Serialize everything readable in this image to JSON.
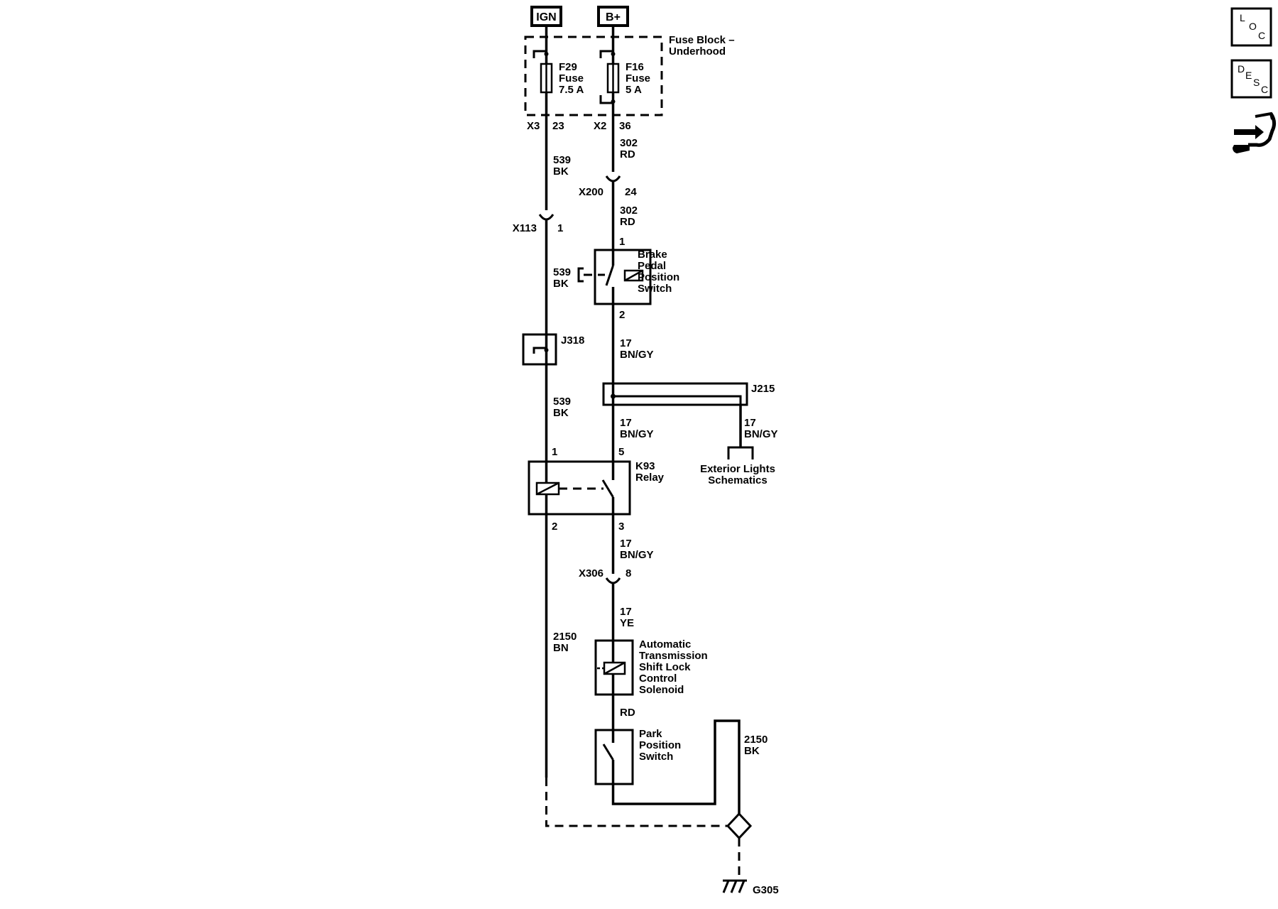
{
  "supplies": {
    "ign": "IGN",
    "bplus": "B+"
  },
  "fuse_block": {
    "title_line1": "Fuse Block –",
    "title_line2": "Underhood",
    "f29": {
      "line1": "F29",
      "line2": "Fuse",
      "line3": "7.5 A"
    },
    "f16": {
      "line1": "F16",
      "line2": "Fuse",
      "line3": "5 A"
    },
    "x3": "X3",
    "x3_pin": "23",
    "x2": "X2",
    "x2_pin": "36"
  },
  "wires": {
    "w539_a": {
      "circuit": "539",
      "color": "BK"
    },
    "w539_b": {
      "circuit": "539",
      "color": "BK"
    },
    "w539_c": {
      "circuit": "539",
      "color": "BK"
    },
    "w302_a": {
      "circuit": "302",
      "color": "RD"
    },
    "w302_b": {
      "circuit": "302",
      "color": "RD"
    },
    "w17_a": {
      "circuit": "17",
      "color": "BN/GY"
    },
    "w17_b": {
      "circuit": "17",
      "color": "BN/GY"
    },
    "w17_c": {
      "circuit": "17",
      "color": "BN/GY"
    },
    "w17_d": {
      "circuit": "17",
      "color": "BN/GY"
    },
    "w17_ye": {
      "circuit": "17",
      "color": "YE"
    },
    "w2150_bn": {
      "circuit": "2150",
      "color": "BN"
    },
    "w2150_bk": {
      "circuit": "2150",
      "color": "BK"
    },
    "rd": "RD"
  },
  "connectors": {
    "x200": "X200",
    "x200_pin": "24",
    "x113": "X113",
    "x113_pin": "1",
    "x306": "X306",
    "x306_pin": "8"
  },
  "splices": {
    "j318": "J318",
    "j215": "J215"
  },
  "brake_switch": {
    "line1": "Brake",
    "line2": "Pedal",
    "line3": "Position",
    "line4": "Switch",
    "pin_top": "1",
    "pin_bottom": "2"
  },
  "relay": {
    "line1": "K93",
    "line2": "Relay",
    "pin1": "1",
    "pin5": "5",
    "pin2": "2",
    "pin3": "3"
  },
  "exterior": {
    "line1": "Exterior Lights",
    "line2": "Schematics"
  },
  "solenoid": {
    "line1": "Automatic",
    "line2": "Transmission",
    "line3": "Shift Lock",
    "line4": "Control",
    "line5": "Solenoid"
  },
  "park_switch": {
    "line1": "Park",
    "line2": "Position",
    "line3": "Switch"
  },
  "ground": "G305",
  "side_icons": {
    "loc": {
      "a": "L",
      "b": "O",
      "c": "C"
    },
    "desc": {
      "a": "D",
      "b": "E",
      "c": "S",
      "d": "C"
    }
  }
}
